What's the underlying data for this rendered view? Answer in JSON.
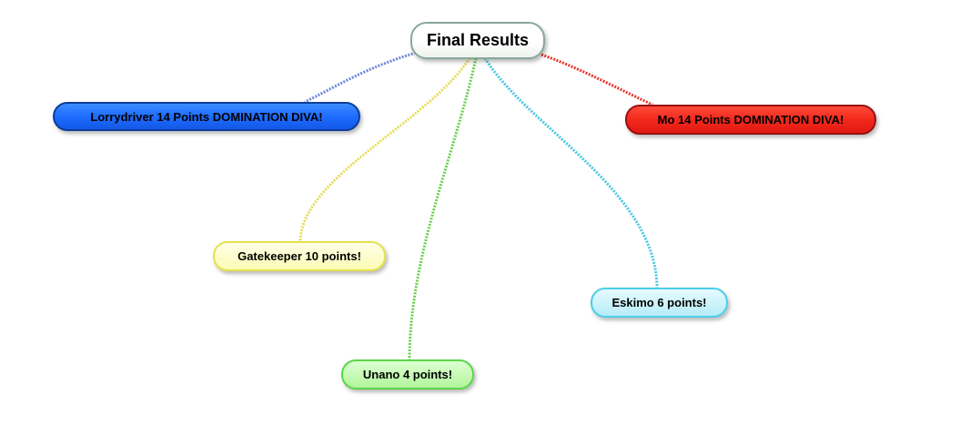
{
  "root": {
    "label": "Final Results"
  },
  "branches": [
    {
      "id": "lorrydriver",
      "label": "Lorrydriver 14 Points DOMINATION DIVA!",
      "color": "#1e6cff",
      "link_color": "#6f86d8"
    },
    {
      "id": "mo",
      "label": "Mo 14 Points DOMINATION DIVA!",
      "color": "#f2281c",
      "link_color": "#e8322a"
    },
    {
      "id": "gatekeeper",
      "label": "Gatekeeper 10 points!",
      "color": "#fbfbb4",
      "link_color": "#e4dc56"
    },
    {
      "id": "eskimo",
      "label": "Eskimo 6 points!",
      "color": "#b6ecf8",
      "link_color": "#49c6e2"
    },
    {
      "id": "unano",
      "label": "Unano 4 points!",
      "color": "#b2f59c",
      "link_color": "#68cf4e"
    }
  ]
}
